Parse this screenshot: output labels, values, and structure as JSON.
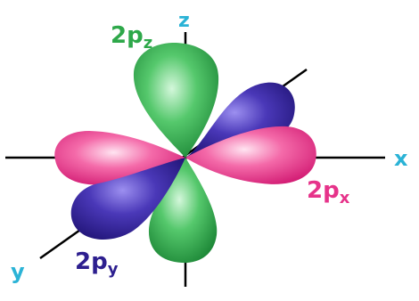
{
  "axes": {
    "x": {
      "label": "x",
      "color": "#2bb3d6"
    },
    "y": {
      "label": "y",
      "color": "#2bb3d6"
    },
    "z": {
      "label": "z",
      "color": "#2bb3d6"
    }
  },
  "orbitals": {
    "pz": {
      "main": "2p",
      "sub": "z",
      "color": "#2ea84a",
      "light": "#bff0c8"
    },
    "px": {
      "main": "2p",
      "sub": "x",
      "color": "#e6338a",
      "light": "#ffd0e6"
    },
    "py": {
      "main": "2p",
      "sub": "y",
      "color": "#2d1f8f",
      "light": "#a99be8"
    }
  },
  "axis_color": "#000000"
}
